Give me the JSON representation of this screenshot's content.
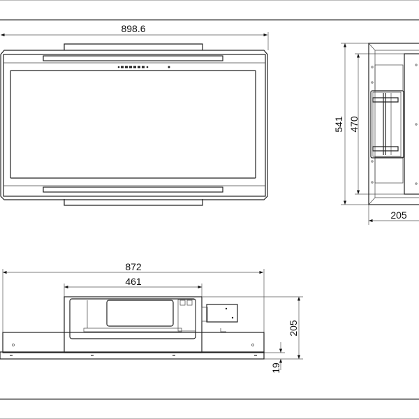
{
  "drawing": {
    "top_view": {
      "width_label": "898.6"
    },
    "side_view": {
      "height_outer_label": "541",
      "height_inner_label": "470",
      "depth_label": "205"
    },
    "front_view": {
      "width_outer_label": "872",
      "width_body_label": "461",
      "height_label": "205",
      "panel_thickness_label": "19"
    }
  },
  "colors": {
    "line": "#222222",
    "background": "#ffffff"
  }
}
